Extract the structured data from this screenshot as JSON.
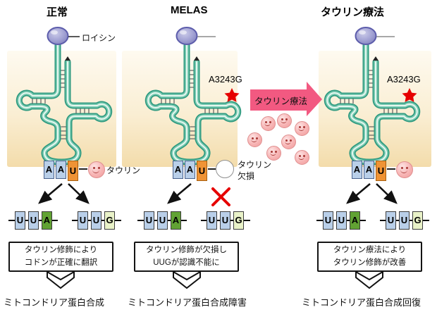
{
  "figure": {
    "therapy_arrow_label": "タウリン療法",
    "panels": [
      {
        "title": "正常",
        "amino_acid_label": "ロイシン",
        "anticodon": [
          "A",
          "A",
          "U"
        ],
        "taurine_label": "タウリン",
        "codon1": [
          "U",
          "U",
          "A"
        ],
        "codon2": [
          "U",
          "U",
          "G"
        ],
        "box_line1": "タウリン修飾により",
        "box_line2": "コドンが正確に翻訳",
        "outcome": "ミトコンドリア蛋白合成"
      },
      {
        "title": "MELAS",
        "mutation_label": "A3243G",
        "anticodon": [
          "A",
          "A",
          "U"
        ],
        "taurine_label_line1": "タウリン",
        "taurine_label_line2": "欠損",
        "codon1": [
          "U",
          "U",
          "A"
        ],
        "codon2": [
          "U",
          "U",
          "G"
        ],
        "box_line1": "タウリン修飾が欠損し",
        "box_line2": "UUGが認識不能に",
        "outcome": "ミトコンドリア蛋白合成障害"
      },
      {
        "title": "タウリン療法",
        "mutation_label": "A3243G",
        "anticodon": [
          "A",
          "A",
          "U"
        ],
        "codon1": [
          "U",
          "U",
          "A"
        ],
        "codon2": [
          "U",
          "U",
          "G"
        ],
        "box_line1": "タウリン療法により",
        "box_line2": "タウリン修飾が改善",
        "outcome": "ミトコンドリア蛋白合成回復"
      }
    ],
    "icons": {
      "taurine_smiley": "pink-smiley-face",
      "mutation_star": "red-star",
      "blocked_cross": "red-x",
      "outcome_arrow": "hollow-down-arrow"
    },
    "colors": {
      "trna_tube": "#2f9a80",
      "panel_background": "#f7e6c2",
      "anticodon_a_box": "#b9cfe9",
      "anticodon_u_box": "#ef9335",
      "codon_a_box": "#61a233",
      "codon_g_box": "#e9f2c8",
      "therapy_arrow": "#f25981",
      "smiley": "#f6b0b0",
      "star": "#e60000"
    }
  }
}
